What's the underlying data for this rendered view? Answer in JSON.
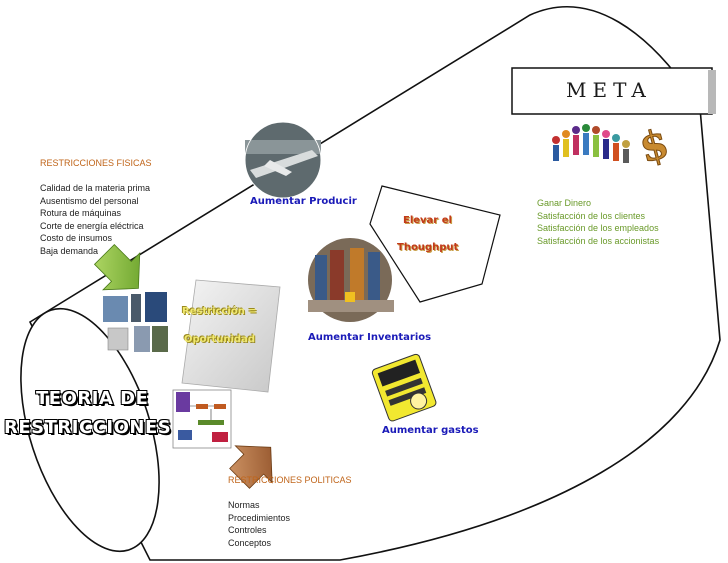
{
  "fisicas": {
    "header": "RESTRICCIONES FISICAS",
    "items": [
      "Calidad de la materia prima",
      "Ausentismo del personal",
      "Rotura de máquinas",
      "Corte de energía eléctrica",
      "Costo de insumos",
      "Baja demanda"
    ]
  },
  "politicas": {
    "header": "RESTRICCIONES POLITICAS",
    "items": [
      "Normas",
      "Procedimientos",
      "Controles",
      "Conceptos"
    ]
  },
  "meta": {
    "title": "META",
    "items": [
      "Ganar Dinero",
      "Satisfacción de los clientes",
      "Satisfacción de los empleados",
      "Satisfacción de los accionistas"
    ]
  },
  "main_title": {
    "line1": "TEORIA DE",
    "line2": "RESTRICCIONES"
  },
  "restriccion": {
    "line1": "Restricción =",
    "line2": "Oportunidad"
  },
  "actions": {
    "produccion": "Aumentar Producir",
    "inventarios": "Aumentar Inventarios",
    "gastos": "Aumentar gastos"
  },
  "throughput": {
    "line1": "Elevar el",
    "line2": "Thoughput"
  },
  "colors": {
    "outline": "#111111",
    "blue_text": "#1a1ab8",
    "header_orange": "#c0651a",
    "meta_green": "#6a9a2a",
    "arrow_green": "#7ab030",
    "arrow_brown": "#9a5a30"
  }
}
